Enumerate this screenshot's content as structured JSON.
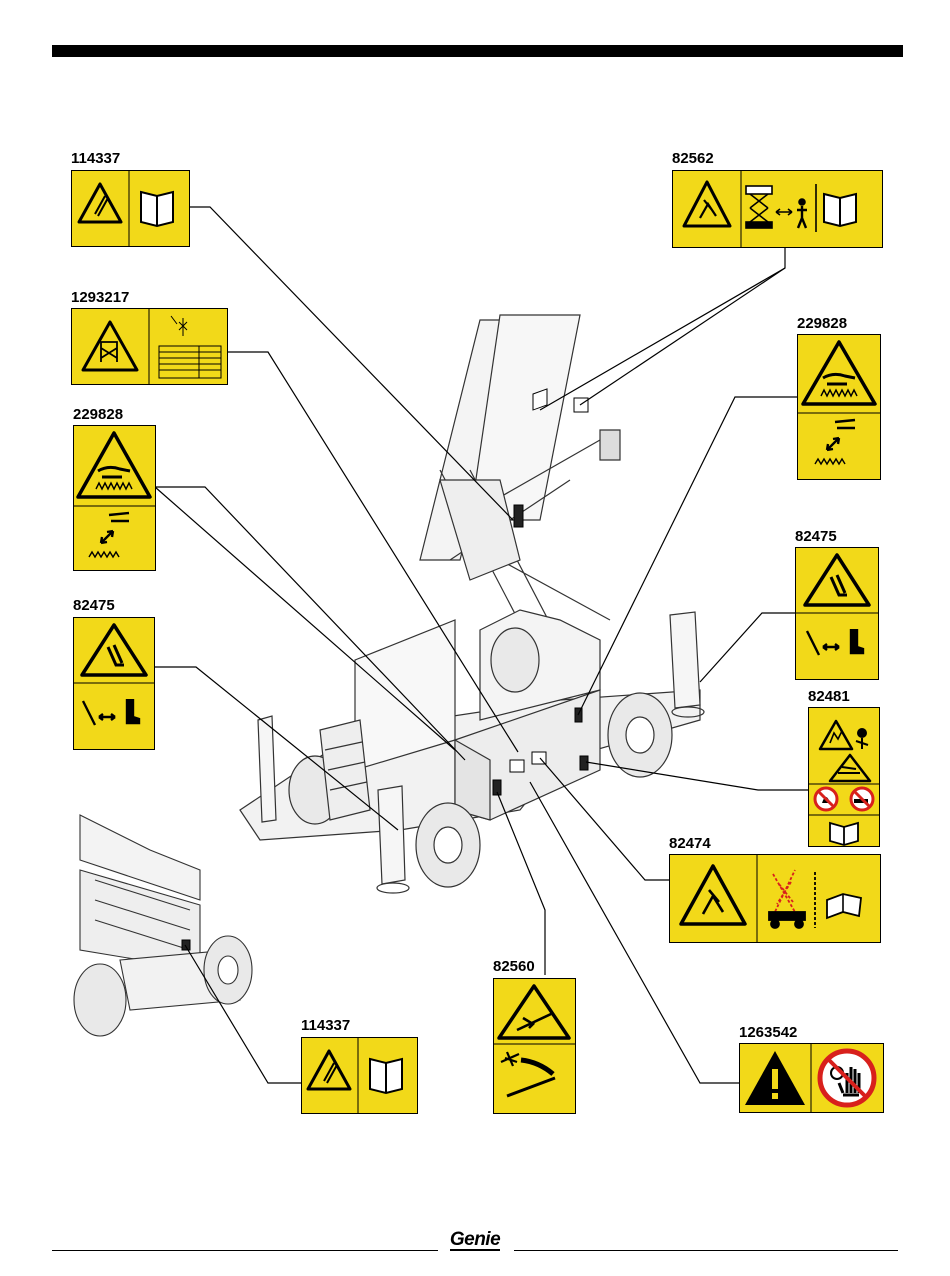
{
  "decals": {
    "d114337_top": {
      "part": "114337",
      "icons": [
        "warning-triangle-crush-icon",
        "manual-book-icon"
      ]
    },
    "d82562": {
      "part": "82562",
      "icons": [
        "warning-triangle-fall-icon",
        "scissor-lift-clearance-icon",
        "manual-book-icon"
      ]
    },
    "d1293217": {
      "part": "1293217",
      "icons": [
        "warning-triangle-crush-icon",
        "load-chart-table-icon"
      ]
    },
    "d229828_right": {
      "part": "229828",
      "icons": [
        "warning-triangle-hand-icon",
        "hand-clearance-icon"
      ]
    },
    "d229828_left": {
      "part": "229828",
      "icons": [
        "warning-triangle-hand-icon",
        "hand-clearance-icon"
      ]
    },
    "d82475_right": {
      "part": "82475",
      "icons": [
        "warning-triangle-foot-icon",
        "foot-clearance-icon"
      ]
    },
    "d82475_left": {
      "part": "82475",
      "icons": [
        "warning-triangle-foot-icon",
        "foot-clearance-icon"
      ]
    },
    "d82481": {
      "part": "82481",
      "icons": [
        "warning-triangle-explosion-icon",
        "no-flame-icon",
        "no-smoking-icon",
        "manual-book-icon"
      ]
    },
    "d82474": {
      "part": "82474",
      "icons": [
        "warning-triangle-fall-icon",
        "tipping-lift-icon",
        "manual-book-icon"
      ]
    },
    "d82560": {
      "part": "82560",
      "icons": [
        "warning-triangle-burn-icon",
        "battery-spark-icon"
      ]
    },
    "d114337_bottom": {
      "part": "114337",
      "icons": [
        "warning-triangle-crush-icon",
        "manual-book-icon"
      ]
    },
    "d1263542": {
      "part": "1263542",
      "icons": [
        "warning-triangle-exclamation-icon",
        "no-entry-hand-icon"
      ]
    }
  },
  "footer": {
    "logo_text": "Genie"
  },
  "colors": {
    "decal_yellow": "#f2d919",
    "border": "#000000",
    "background": "#ffffff"
  }
}
